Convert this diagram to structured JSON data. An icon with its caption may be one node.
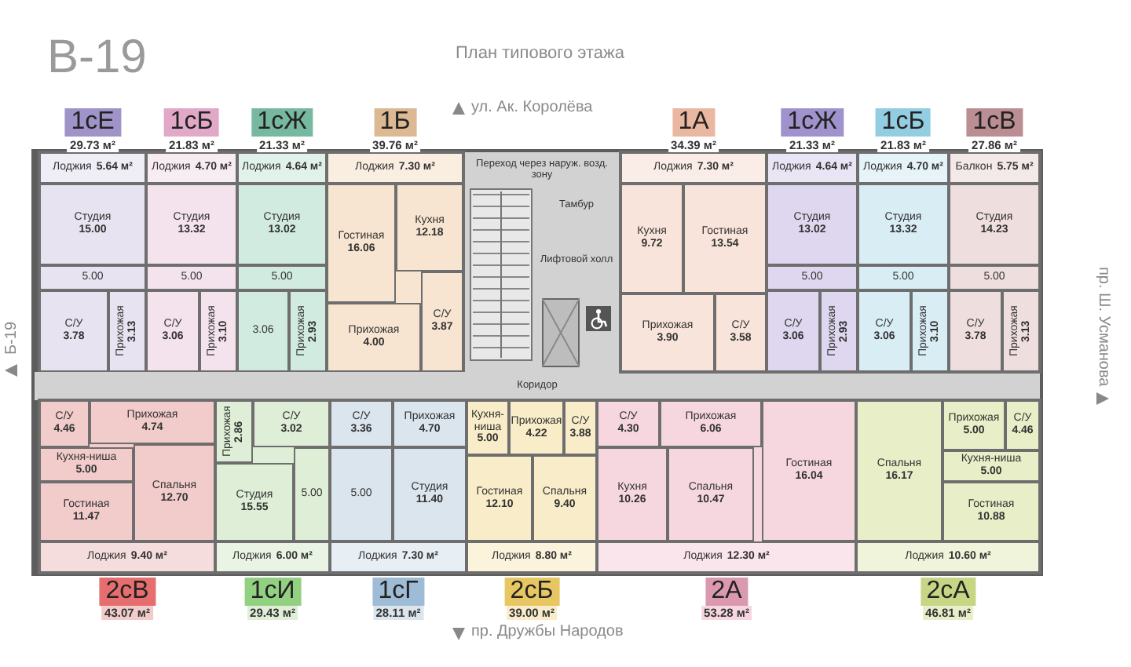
{
  "diagram": {
    "nodes": [
      {
        "text": [
          "1сЕ",
          "29.73 м²"
        ]
      },
      {
        "text": [
          "Лоджия",
          "5.64 м²"
        ],
        "in": 0
      },
      {
        "text": [
          "Студия",
          "15.00"
        ],
        "in": 0
      },
      {
        "text": [
          "5.00"
        ],
        "in": 0
      },
      {
        "text": [
          "Прихожая",
          "3.13"
        ],
        "in": 0
      },
      {
        "text": [
          "С/У",
          "3.78"
        ],
        "in": 0
      },
      {
        "text": [
          "1сБ",
          "21.83 м²"
        ]
      },
      {
        "text": [
          "Лоджия",
          "4.70 м²"
        ],
        "in": 6
      },
      {
        "text": [
          "Студия",
          "13.32"
        ],
        "in": 6
      },
      {
        "text": [
          "5.00"
        ],
        "in": 6
      },
      {
        "text": [
          "Прихожая",
          "3.10"
        ],
        "in": 6
      },
      {
        "text": [
          "С/У",
          "3.06"
        ],
        "in": 6
      },
      {
        "text": [
          "1сЖ",
          "21.33 м²"
        ]
      },
      {
        "text": [
          "Лоджия",
          "4.64 м²"
        ],
        "in": 12
      },
      {
        "text": [
          "Студия",
          "13.02"
        ],
        "in": 12
      },
      {
        "text": [
          "5.00"
        ],
        "in": 12
      },
      {
        "text": [
          "3.06"
        ],
        "in": 12
      },
      {
        "text": [
          "Прихожая",
          "2.93"
        ],
        "in": 12
      },
      {
        "text": [
          "1Б",
          "39.76 м²"
        ]
      },
      {
        "text": [
          "Лоджия",
          "7.30 м²"
        ],
        "in": 18
      },
      {
        "text": [
          "Кухня",
          "12.18"
        ],
        "in": 18
      },
      {
        "text": [
          "Гостиная",
          "16.06"
        ],
        "in": 18
      },
      {
        "text": [
          "Прихожая",
          "4.00"
        ],
        "in": 18
      },
      {
        "text": [
          "С/У",
          "3.87"
        ],
        "in": 18
      },
      {
        "text": [
          "Переход через наруж. возд. зону"
        ]
      },
      {
        "text": [
          "Тамбур"
        ]
      },
      {
        "text": [
          "Лифтовой холл"
        ]
      },
      {
        "text": [
          "Коридор"
        ]
      },
      {
        "text": [
          "1А",
          "34.39 м²"
        ]
      },
      {
        "text": [
          "Лоджия",
          "7.30 м²"
        ],
        "in": 28
      },
      {
        "text": [
          "Кухня",
          "9.72"
        ],
        "in": 28
      },
      {
        "text": [
          "Гостиная",
          "13.54"
        ],
        "in": 28
      },
      {
        "text": [
          "Прихожая",
          "3.90"
        ],
        "in": 28
      },
      {
        "text": [
          "С/У",
          "3.58"
        ],
        "in": 28
      },
      {
        "text": [
          "1сЖ",
          "21.33 м²"
        ]
      },
      {
        "text": [
          "Лоджия",
          "4.64 м²"
        ],
        "in": 34
      },
      {
        "text": [
          "Студия",
          "13.02"
        ],
        "in": 34
      },
      {
        "text": [
          "5.00"
        ],
        "in": 34
      },
      {
        "text": [
          "Прихожая",
          "2.93"
        ],
        "in": 34
      },
      {
        "text": [
          "С/У",
          "3.06"
        ],
        "in": 34
      },
      {
        "text": [
          "1сБ",
          "21.83 м²"
        ]
      },
      {
        "text": [
          "Лоджия",
          "4.70 м²"
        ],
        "in": 40
      },
      {
        "text": [
          "Студия",
          "13.32"
        ],
        "in": 40
      },
      {
        "text": [
          "5.00"
        ],
        "in": 40
      },
      {
        "text": [
          "С/У",
          "3.06"
        ],
        "in": 40
      },
      {
        "text": [
          "Прихожая",
          "3.10"
        ],
        "in": 40
      },
      {
        "text": [
          "1сВ",
          "27.86 м²"
        ]
      },
      {
        "text": [
          "Балкон",
          "5.75 м²"
        ],
        "in": 46
      },
      {
        "text": [
          "Студия",
          "14.23"
        ],
        "in": 46
      },
      {
        "text": [
          "5.00"
        ],
        "in": 46
      },
      {
        "text": [
          "Прихожая",
          "3.13"
        ],
        "in": 46
      },
      {
        "text": [
          "С/У",
          "3.78"
        ],
        "in": 46
      },
      {
        "text": [
          "2сВ",
          "43.07 м²"
        ]
      },
      {
        "text": [
          "Лоджия",
          "9.40 м²"
        ],
        "in": 52
      },
      {
        "text": [
          "С/У",
          "4.46"
        ],
        "in": 52
      },
      {
        "text": [
          "Прихожая",
          "4.74"
        ],
        "in": 52
      },
      {
        "text": [
          "Кухня-ниша",
          "5.00"
        ],
        "in": 52
      },
      {
        "text": [
          "Гостиная",
          "11.47"
        ],
        "in": 52
      },
      {
        "text": [
          "Спальня",
          "12.70"
        ],
        "in": 52
      },
      {
        "text": [
          "1сИ",
          "29.43 м²"
        ]
      },
      {
        "text": [
          "Лоджия",
          "6.00 м²"
        ],
        "in": 59
      },
      {
        "text": [
          "Прихожая",
          "2.86"
        ],
        "in": 59
      },
      {
        "text": [
          "С/У",
          "3.02"
        ],
        "in": 59
      },
      {
        "text": [
          "Студия",
          "15.55"
        ],
        "in": 59
      },
      {
        "text": [
          "5.00"
        ],
        "in": 59
      },
      {
        "text": [
          "1сГ",
          "28.11 м²"
        ]
      },
      {
        "text": [
          "Лоджия",
          "7.30 м²"
        ],
        "in": 65
      },
      {
        "text": [
          "С/У",
          "3.36"
        ],
        "in": 65
      },
      {
        "text": [
          "Прихожая",
          "4.70"
        ],
        "in": 65
      },
      {
        "text": [
          "5.00"
        ],
        "in": 65
      },
      {
        "text": [
          "Студия",
          "11.40"
        ],
        "in": 65
      },
      {
        "text": [
          "2сБ",
          "39.00 м²"
        ]
      },
      {
        "text": [
          "Лоджия",
          "8.80 м²"
        ],
        "in": 71
      },
      {
        "text": [
          "Кухня-ниша",
          "5.00"
        ],
        "in": 71
      },
      {
        "text": [
          "Прихожая",
          "4.22"
        ],
        "in": 71
      },
      {
        "text": [
          "С/У",
          "3.88"
        ],
        "in": 71
      },
      {
        "text": [
          "Гостиная",
          "12.10"
        ],
        "in": 71
      },
      {
        "text": [
          "Спальня",
          "9.40"
        ],
        "in": 71
      },
      {
        "text": [
          "2А",
          "53.28 м²"
        ]
      },
      {
        "text": [
          "Лоджия",
          "12.30 м²"
        ],
        "in": 78
      },
      {
        "text": [
          "С/У",
          "4.30"
        ],
        "in": 78
      },
      {
        "text": [
          "Прихожая",
          "6.06"
        ],
        "in": 78
      },
      {
        "text": [
          "Кухня",
          "10.26"
        ],
        "in": 78
      },
      {
        "text": [
          "Спальня",
          "10.47"
        ],
        "in": 78
      },
      {
        "text": [
          "Гостиная",
          "16.04"
        ],
        "in": 78
      },
      {
        "text": [
          "2сА",
          "46.81 м²"
        ]
      },
      {
        "text": [
          "Лоджия",
          "10.60 м²"
        ],
        "in": 85
      },
      {
        "text": [
          "С/У",
          "4.46"
        ],
        "in": 85
      },
      {
        "text": [
          "Прихожая",
          "5.00"
        ],
        "in": 85
      },
      {
        "text": [
          "Спальня",
          "16.17"
        ],
        "in": 85
      },
      {
        "text": [
          "Кухня-ниша",
          "5.00"
        ],
        "in": 85
      },
      {
        "text": [
          "Гостиная",
          "10.88"
        ],
        "in": 85
      }
    ],
    "labels": [
      "В-19",
      "План типового этажа",
      "ул. Ак. Королёва",
      "Б-19",
      "пр. Ш. Усманова",
      "пр. Дружбы Народов"
    ]
  }
}
